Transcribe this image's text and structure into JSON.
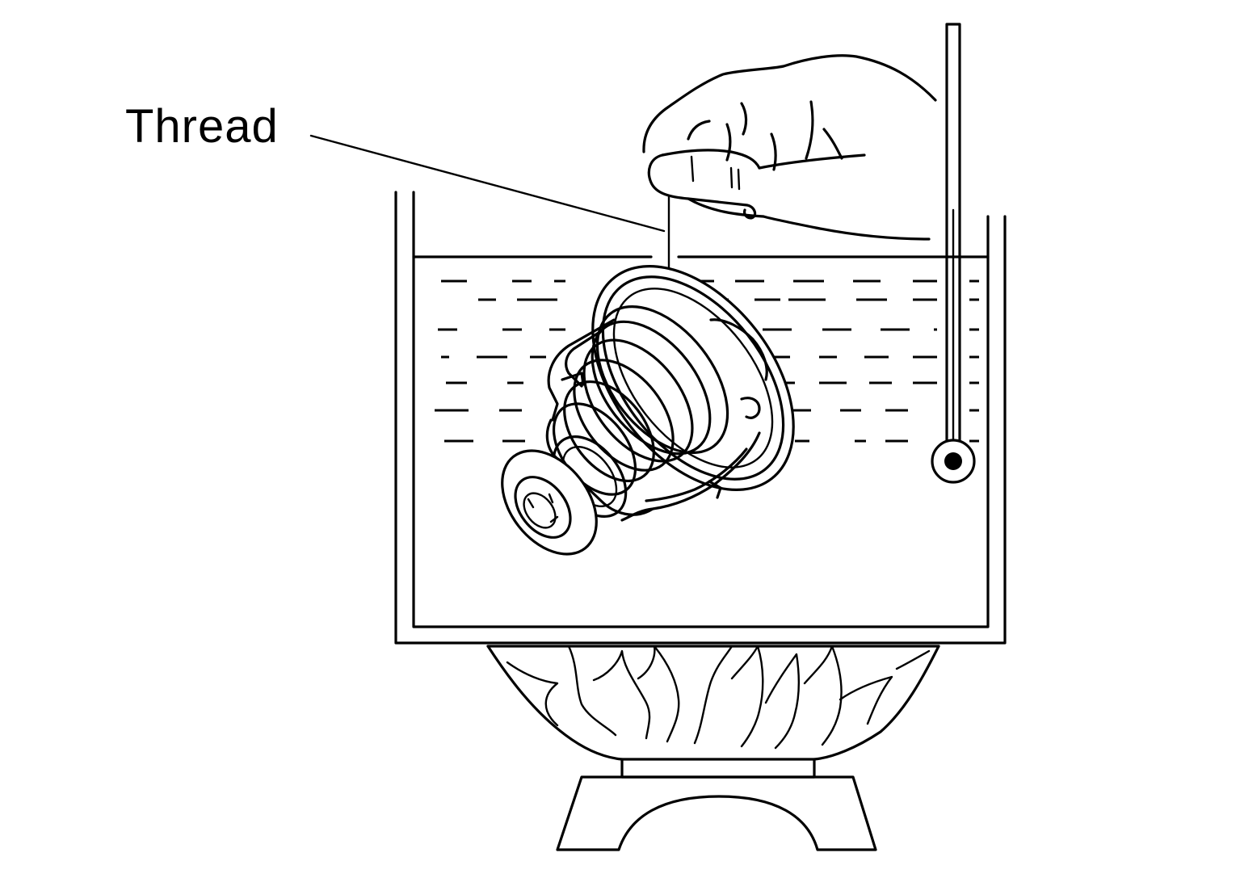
{
  "labels": {
    "thread": "Thread"
  },
  "icons": {
    "hand": "hand-holding-thread",
    "thermostat": "thermostat-valve",
    "thermometer": "thermometer",
    "container": "water-container",
    "burner": "gas-burner-flame",
    "stand": "burner-stand"
  },
  "colors": {
    "ink": "#000000",
    "background": "#ffffff"
  }
}
